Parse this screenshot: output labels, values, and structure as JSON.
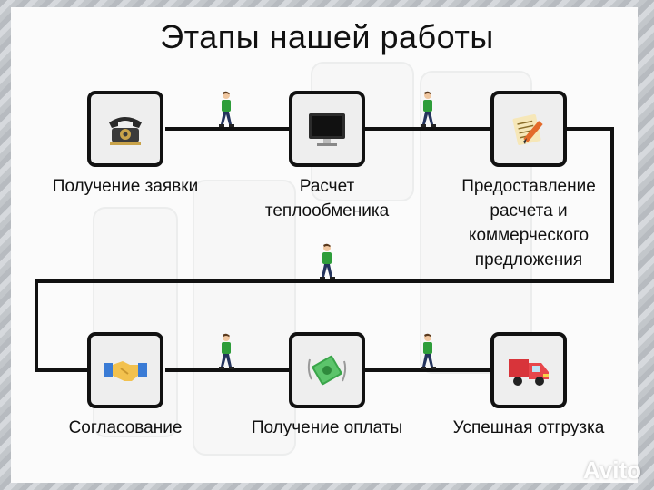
{
  "title": "Этапы нашей работы",
  "steps": [
    {
      "label": "Получение заявки",
      "icon": "telephone-icon"
    },
    {
      "label": "Расчет\nтеплообменика",
      "icon": "monitor-icon"
    },
    {
      "label": "Предоставление\nрасчета и\nкоммерческого\nпредложения",
      "icon": "document-pencil-icon"
    },
    {
      "label": "Согласование",
      "icon": "handshake-icon"
    },
    {
      "label": "Получение оплаты",
      "icon": "money-icon"
    },
    {
      "label": "Успешная отгрузка",
      "icon": "truck-icon"
    }
  ],
  "watermark": "Avito",
  "colors": {
    "line": "#111111",
    "box_fill": "#eeeeee",
    "walker_shirt": "#2e9d3a",
    "walker_pants": "#23335c"
  }
}
